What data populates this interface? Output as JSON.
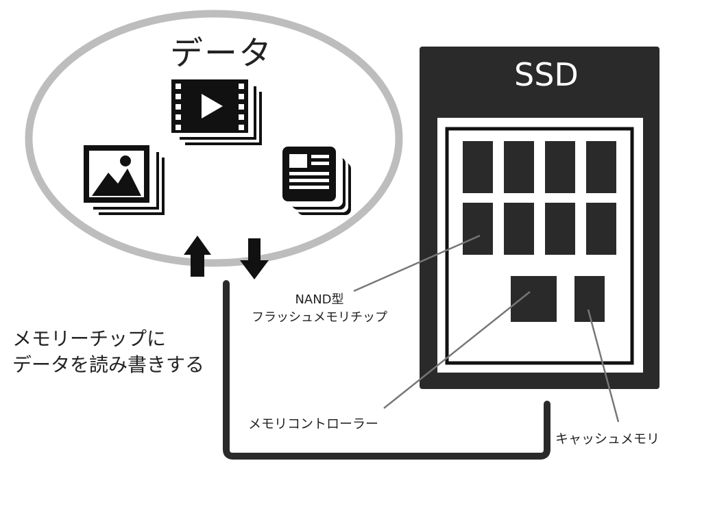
{
  "data_label": "データ",
  "ssd_label": "SSD",
  "nand_label_line1": "NAND型",
  "nand_label_line2": "フラッシュメモリチップ",
  "rw_label_line1": "メモリーチップに",
  "rw_label_line2": "データを読み書きする",
  "controller_label": "メモリコントローラー",
  "cache_label": "キャッシュメモリ",
  "colors": {
    "ssd_body": "#2a2a2a",
    "ellipse_stroke": "#bdbdbd",
    "leader": "#777777",
    "ink": "#111111"
  },
  "icons": [
    "video-stack-icon",
    "image-stack-icon",
    "document-stack-icon",
    "up-arrow-icon",
    "down-arrow-icon"
  ]
}
